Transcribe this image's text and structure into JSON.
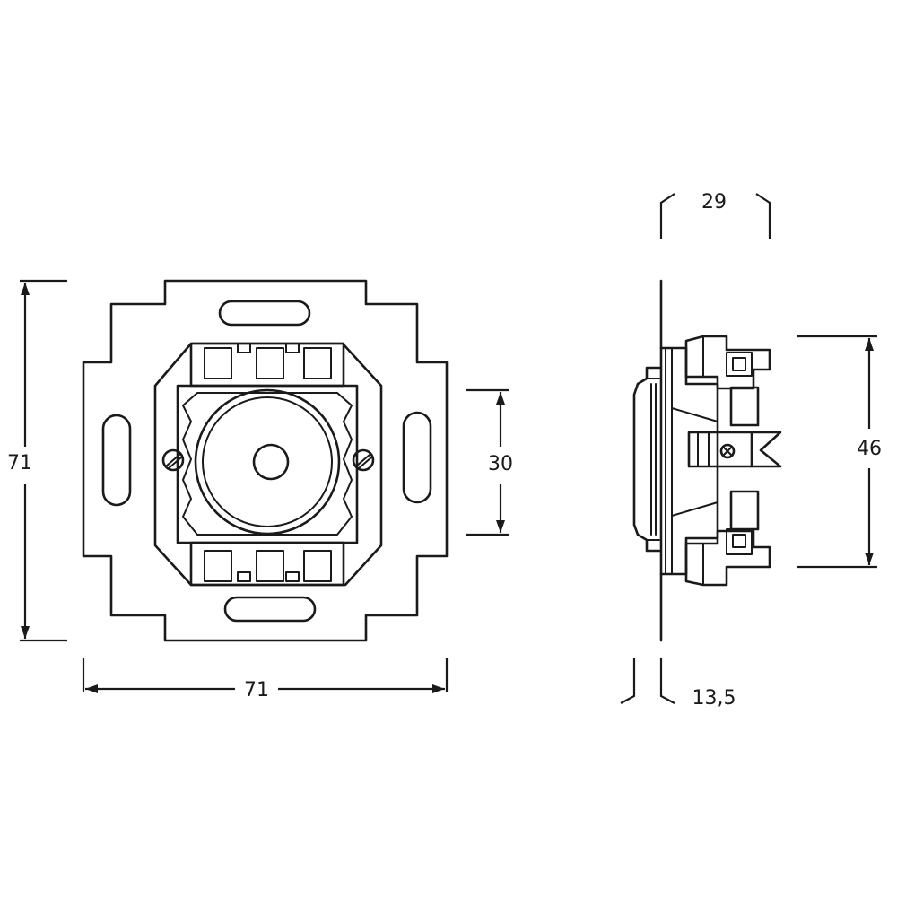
{
  "dimensions": {
    "front_height": "71",
    "front_width": "71",
    "mechanism_height": "30",
    "side_depth": "29",
    "side_height": "46",
    "plate_offset": "13,5"
  },
  "colors": {
    "line": "#1a1a1a",
    "background": "#ffffff"
  }
}
